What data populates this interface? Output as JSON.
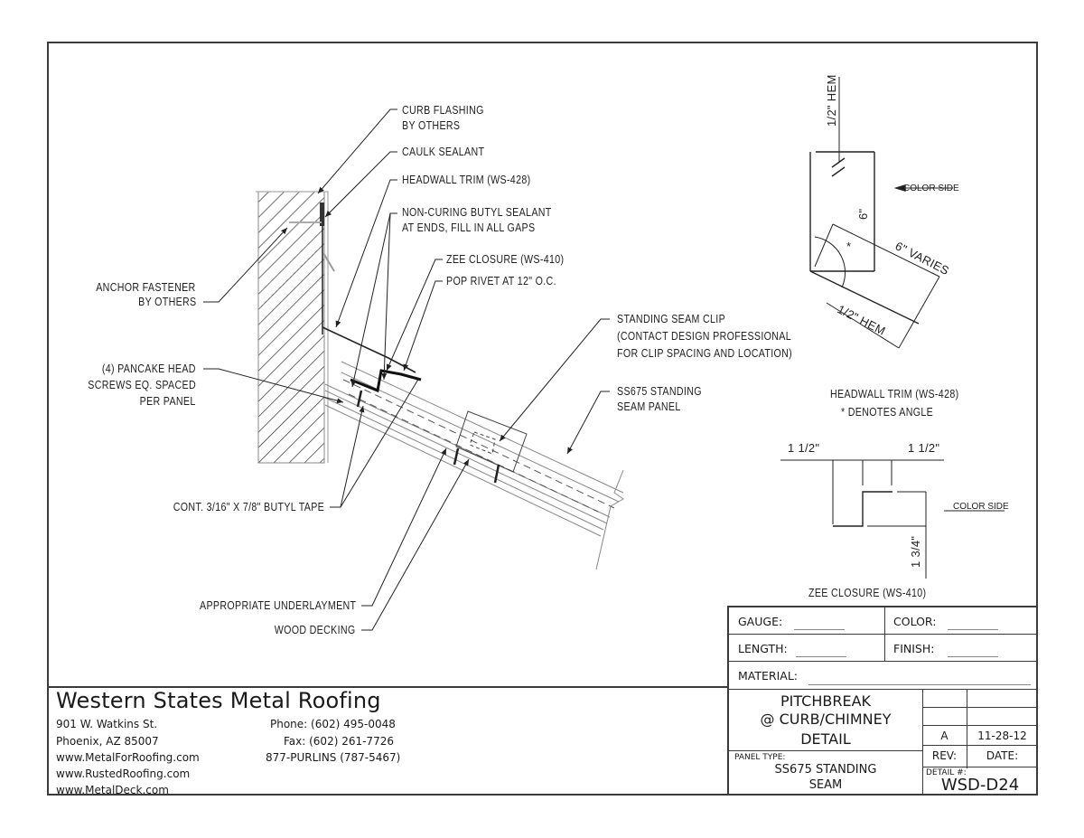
{
  "drawing": {
    "callouts": {
      "curb_flashing": [
        "CURB FLASHING",
        "BY OTHERS"
      ],
      "caulk_sealant": "CAULK SEALANT",
      "headwall_trim": "HEADWALL TRIM (WS-428)",
      "butyl_sealant": [
        "NON-CURING BUTYL SEALANT",
        "AT ENDS, FILL IN ALL GAPS"
      ],
      "zee_closure": "ZEE CLOSURE (WS-410)",
      "pop_rivet": "POP RIVET AT 12\" O.C.",
      "anchor_fastener": [
        "ANCHOR FASTENER",
        "BY OTHERS"
      ],
      "pancake_screws": [
        "(4) PANCAKE HEAD",
        "SCREWS EQ. SPACED",
        "PER PANEL"
      ],
      "seam_clip": [
        "STANDING SEAM CLIP",
        "(CONTACT DESIGN PROFESSIONAL",
        "FOR CLIP SPACING AND LOCATION)"
      ],
      "seam_panel": [
        "SS675 STANDING",
        "SEAM PANEL"
      ],
      "butyl_tape": "CONT. 3/16\" X 7/8\" BUTYL TAPE",
      "underlayment": "APPROPRIATE UNDERLAYMENT",
      "wood_decking": "WOOD DECKING"
    },
    "headwall_profile": {
      "hem_top": "1/2\" HEM",
      "height": "6\"",
      "angle_mark": "*",
      "run": "6\" VARIES",
      "hem_bottom": "1/2\" HEM",
      "color_side": "COLOR SIDE",
      "title": "HEADWALL TRIM (WS-428)",
      "note": "* DENOTES ANGLE"
    },
    "zee_profile": {
      "dim_left": "1 1/2\"",
      "dim_right": "1 1/2\"",
      "dim_height": "1 3/4\"",
      "color_side": "COLOR SIDE",
      "title": "ZEE CLOSURE (WS-410)"
    }
  },
  "company": {
    "name": "Western States Metal Roofing",
    "address1": "901 W. Watkins St.",
    "address2": "Phoenix, AZ 85007",
    "web1": "www.MetalForRoofing.com",
    "web2": "www.RustedRoofing.com",
    "web3": "www.MetalDeck.com",
    "phone": "Phone: (602) 495-0048",
    "fax": "Fax: (602) 261-7726",
    "tollfree": "877-PURLINS (787-5467)"
  },
  "title_block": {
    "gauge_label": "GAUGE:",
    "color_label": "COLOR:",
    "length_label": "LENGTH:",
    "finish_label": "FINISH:",
    "material_label": "MATERIAL:",
    "title_line1": "PITCHBREAK",
    "title_line2": "@ CURB/CHIMNEY",
    "title_line3": "DETAIL",
    "panel_type_label": "PANEL TYPE:",
    "panel_type_line1": "SS675 STANDING",
    "panel_type_line2": "SEAM",
    "rev_value": "A",
    "date_value": "11-28-12",
    "rev_label": "REV:",
    "date_label": "DATE:",
    "detail_label": "DETAIL #:",
    "detail_number": "WSD-D24"
  }
}
